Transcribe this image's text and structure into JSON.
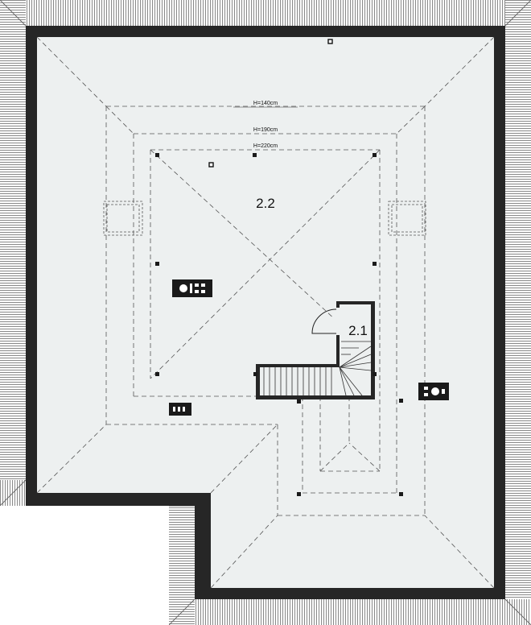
{
  "drawing": {
    "rooms": [
      {
        "id": "room-2-2",
        "label": "2.2"
      },
      {
        "id": "room-2-1",
        "label": "2.1"
      }
    ],
    "height_lines": [
      {
        "id": "height-line-140",
        "label": "H=140cm"
      },
      {
        "id": "height-line-190",
        "label": "H=190cm"
      },
      {
        "id": "height-line-220",
        "label": "H=220cm"
      }
    ],
    "colors": {
      "floor": "#edf0f0",
      "wall": "#262626",
      "roof_edge": "#ffffff",
      "roof_lines": "#555555",
      "dashed_lines": "#444444"
    }
  }
}
